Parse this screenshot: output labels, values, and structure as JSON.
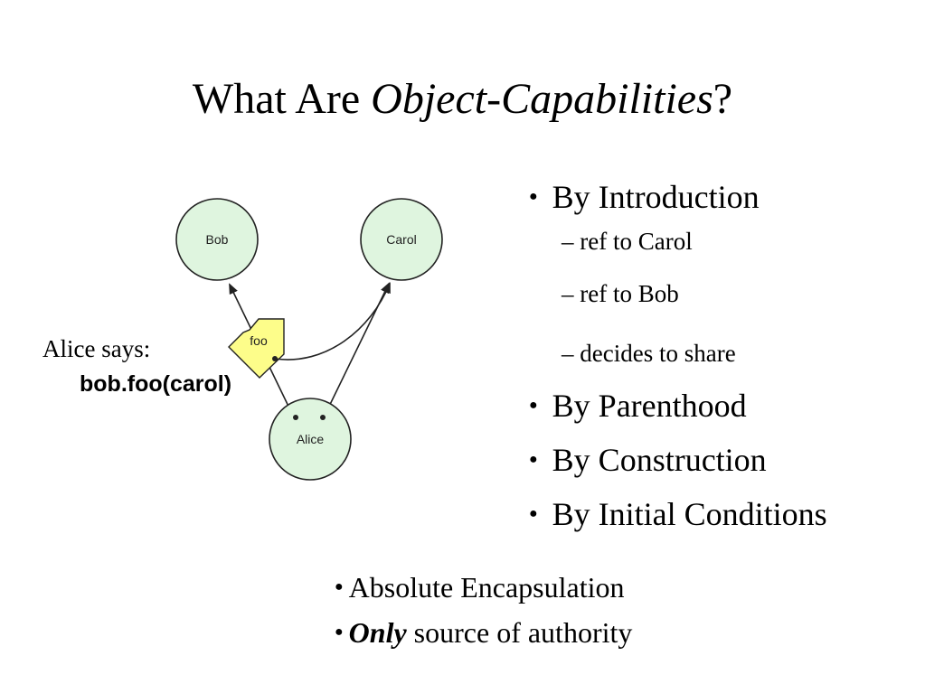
{
  "title": {
    "prefix": "What Are ",
    "emph": "Object-Capabilities",
    "suffix": "?"
  },
  "diagram": {
    "nodes": {
      "bob": "Bob",
      "carol": "Carol",
      "alice": "Alice"
    },
    "message": "foo",
    "colors": {
      "node_fill": "#dff5df",
      "message_fill": "#fdfd8a",
      "stroke": "#222222"
    }
  },
  "alice_says": {
    "label": "Alice says:",
    "code": "bob.foo(carol)"
  },
  "bullets": [
    {
      "text": "By Introduction",
      "subs": [
        "– ref to Carol",
        "– ref to Bob",
        "– decides to share"
      ]
    },
    {
      "text": "By Parenthood"
    },
    {
      "text": "By Construction"
    },
    {
      "text": "By Initial Conditions"
    }
  ],
  "bottom": {
    "item1": "Absolute Encapsulation",
    "item2_emph": "Only",
    "item2_rest": " source of authority"
  }
}
